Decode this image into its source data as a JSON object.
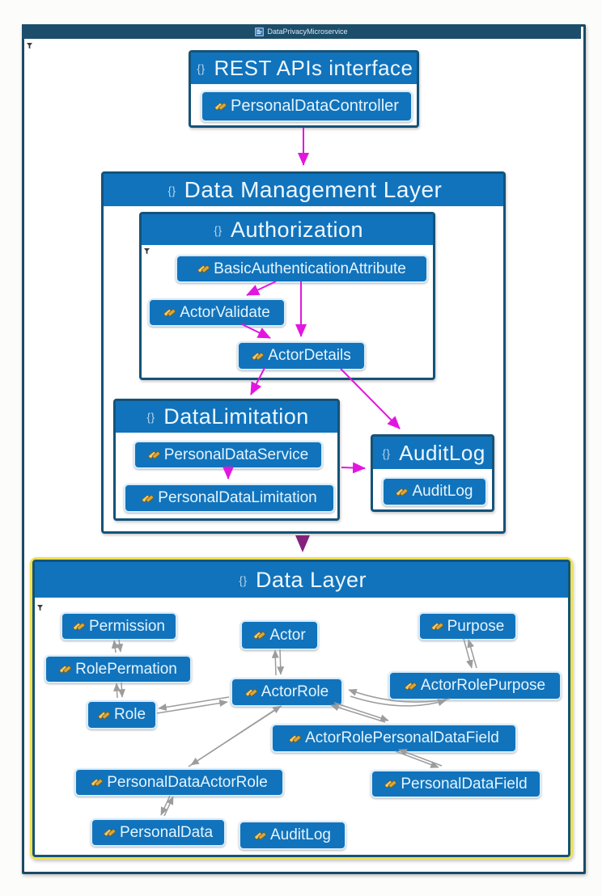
{
  "window": {
    "title": "DataPrivacyMicroservice"
  },
  "colors": {
    "node_blue": "#1173bc",
    "frame_navy": "#1a4a66",
    "group_border": "#14537a",
    "call_arrow_magenta": "#e315e0",
    "layer_arrow_purple": "#84217c",
    "reference_arrow_gray": "#9c9c9c",
    "selection_highlight_yellow": "#eee04e"
  },
  "icons": {
    "window_icon": "codemap-document",
    "namespace_icon": "curly-braces",
    "class_icon": "gold-keys",
    "filter_icon": "funnel"
  },
  "groups": {
    "rest_api": {
      "title": "REST APIs interface",
      "nodes": [
        {
          "label": "PersonalDataController"
        }
      ]
    },
    "data_management": {
      "title": "Data Management Layer"
    },
    "authorization": {
      "title": "Authorization",
      "nodes": [
        {
          "label": "BasicAuthenticationAttribute"
        },
        {
          "label": "ActorValidate"
        },
        {
          "label": "ActorDetails"
        }
      ]
    },
    "data_limitation": {
      "title": "DataLimitation",
      "nodes": [
        {
          "label": "PersonalDataService"
        },
        {
          "label": "PersonalDataLimitation"
        }
      ]
    },
    "audit_log": {
      "title": "AuditLog",
      "nodes": [
        {
          "label": "AuditLog"
        }
      ]
    },
    "data_layer": {
      "title": "Data Layer",
      "nodes": [
        {
          "label": "Permission"
        },
        {
          "label": "Actor"
        },
        {
          "label": "Purpose"
        },
        {
          "label": "RolePermation"
        },
        {
          "label": "ActorRolePurpose"
        },
        {
          "label": "Role"
        },
        {
          "label": "ActorRole"
        },
        {
          "label": "ActorRolePersonalDataField"
        },
        {
          "label": "PersonalDataActorRole"
        },
        {
          "label": "PersonalDataField"
        },
        {
          "label": "PersonalData"
        },
        {
          "label": "AuditLog"
        }
      ]
    }
  },
  "edges": [
    {
      "from": "PersonalDataController",
      "to": "Data Management Layer",
      "style": "magenta"
    },
    {
      "from": "BasicAuthenticationAttribute",
      "to": "ActorValidate",
      "style": "magenta"
    },
    {
      "from": "BasicAuthenticationAttribute",
      "to": "ActorDetails",
      "style": "magenta"
    },
    {
      "from": "ActorValidate",
      "to": "ActorDetails",
      "style": "magenta"
    },
    {
      "from": "ActorDetails",
      "to": "DataLimitation",
      "style": "magenta"
    },
    {
      "from": "ActorDetails",
      "to": "AuditLog",
      "style": "magenta"
    },
    {
      "from": "DataLimitation",
      "to": "AuditLog",
      "style": "magenta"
    },
    {
      "from": "PersonalDataService",
      "to": "PersonalDataLimitation",
      "style": "magenta"
    },
    {
      "from": "Data Management Layer",
      "to": "Data Layer",
      "style": "purple"
    },
    {
      "from": "Permission",
      "to": "RolePermation",
      "style": "gray-bidirectional"
    },
    {
      "from": "RolePermation",
      "to": "Role",
      "style": "gray-bidirectional"
    },
    {
      "from": "Role",
      "to": "ActorRole",
      "style": "gray-bidirectional"
    },
    {
      "from": "Actor",
      "to": "ActorRole",
      "style": "gray-bidirectional"
    },
    {
      "from": "Purpose",
      "to": "ActorRolePurpose",
      "style": "gray-bidirectional"
    },
    {
      "from": "ActorRole",
      "to": "ActorRolePurpose",
      "style": "gray-bidirectional"
    },
    {
      "from": "ActorRole",
      "to": "ActorRolePersonalDataField",
      "style": "gray-bidirectional"
    },
    {
      "from": "ActorRole",
      "to": "PersonalDataActorRole",
      "style": "gray-bidirectional"
    },
    {
      "from": "PersonalDataActorRole",
      "to": "PersonalData",
      "style": "gray-bidirectional"
    },
    {
      "from": "ActorRolePersonalDataField",
      "to": "PersonalDataField",
      "style": "gray-bidirectional"
    }
  ]
}
